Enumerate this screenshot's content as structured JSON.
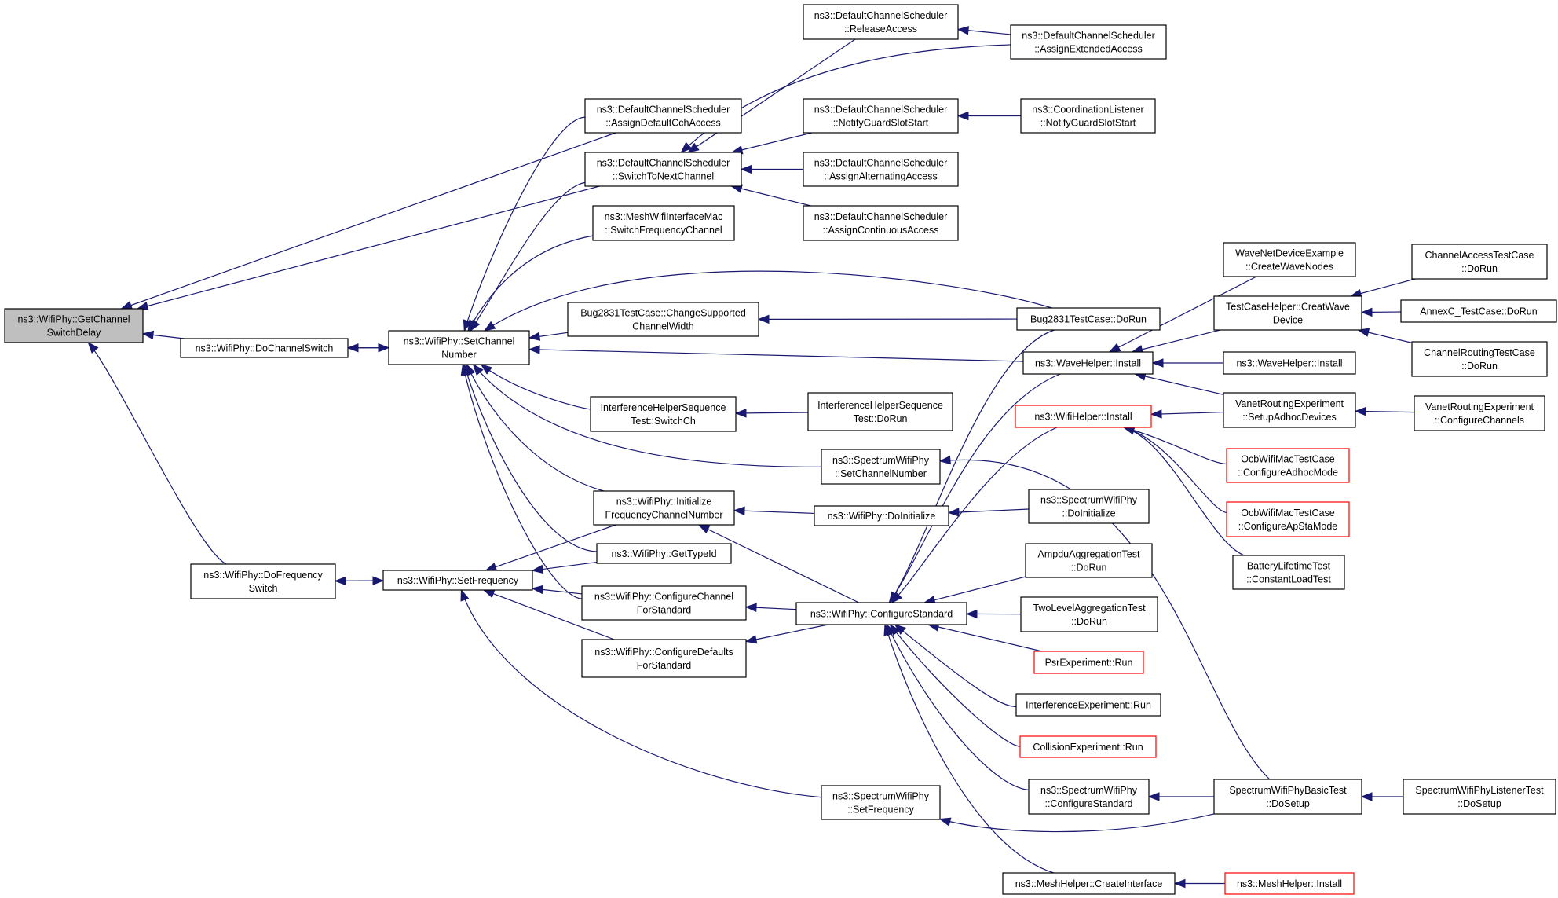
{
  "colors": {
    "edge": "#191970",
    "border": "#000000",
    "border_red": "#ff0000",
    "fill": "#ffffff",
    "fill_focus": "#bfbfbf",
    "text": "#000000"
  },
  "nodes": [
    {
      "id": "n1",
      "lines": [
        "ns3::WifiPhy::GetChannel",
        "SwitchDelay"
      ],
      "focus": true
    },
    {
      "id": "n2",
      "lines": [
        "ns3::WifiPhy::DoChannelSwitch"
      ]
    },
    {
      "id": "n3",
      "lines": [
        "ns3::WifiPhy::DoFrequency",
        "Switch"
      ]
    },
    {
      "id": "n4",
      "lines": [
        "ns3::WifiPhy::SetChannel",
        "Number"
      ]
    },
    {
      "id": "n5",
      "lines": [
        "ns3::WifiPhy::SetFrequency"
      ]
    },
    {
      "id": "n6",
      "lines": [
        "ns3::DefaultChannelScheduler",
        "::AssignDefaultCchAccess"
      ]
    },
    {
      "id": "n7",
      "lines": [
        "ns3::DefaultChannelScheduler",
        "::SwitchToNextChannel"
      ]
    },
    {
      "id": "n8",
      "lines": [
        "ns3::MeshWifiInterfaceMac",
        "::SwitchFrequencyChannel"
      ]
    },
    {
      "id": "n9",
      "lines": [
        "Bug2831TestCase::ChangeSupported",
        "ChannelWidth"
      ]
    },
    {
      "id": "n10",
      "lines": [
        "InterferenceHelperSequence",
        "Test::SwitchCh"
      ]
    },
    {
      "id": "n11",
      "lines": [
        "ns3::WifiPhy::Initialize",
        "FrequencyChannelNumber"
      ]
    },
    {
      "id": "n12",
      "lines": [
        "ns3::WifiPhy::GetTypeId"
      ]
    },
    {
      "id": "n13",
      "lines": [
        "ns3::WifiPhy::ConfigureChannel",
        "ForStandard"
      ]
    },
    {
      "id": "n14",
      "lines": [
        "ns3::WifiPhy::ConfigureDefaults",
        "ForStandard"
      ]
    },
    {
      "id": "n15",
      "lines": [
        "ns3::DefaultChannelScheduler",
        "::ReleaseAccess"
      ]
    },
    {
      "id": "n16",
      "lines": [
        "ns3::DefaultChannelScheduler",
        "::NotifyGuardSlotStart"
      ]
    },
    {
      "id": "n17",
      "lines": [
        "ns3::DefaultChannelScheduler",
        "::AssignAlternatingAccess"
      ]
    },
    {
      "id": "n18",
      "lines": [
        "ns3::DefaultChannelScheduler",
        "::AssignContinuousAccess"
      ]
    },
    {
      "id": "n19",
      "lines": [
        "ns3::SpectrumWifiPhy",
        "::SetChannelNumber"
      ]
    },
    {
      "id": "n20",
      "lines": [
        "InterferenceHelperSequence",
        "Test::DoRun"
      ]
    },
    {
      "id": "n21",
      "lines": [
        "ns3::WifiPhy::DoInitialize"
      ]
    },
    {
      "id": "n22",
      "lines": [
        "ns3::WifiPhy::ConfigureStandard"
      ]
    },
    {
      "id": "n23",
      "lines": [
        "ns3::SpectrumWifiPhy",
        "::SetFrequency"
      ]
    },
    {
      "id": "n24",
      "lines": [
        "ns3::DefaultChannelScheduler",
        "::AssignExtendedAccess"
      ]
    },
    {
      "id": "n25",
      "lines": [
        "ns3::CoordinationListener",
        "::NotifyGuardSlotStart"
      ]
    },
    {
      "id": "n26",
      "lines": [
        "Bug2831TestCase::DoRun"
      ]
    },
    {
      "id": "n27",
      "lines": [
        "ns3::WaveHelper::Install"
      ]
    },
    {
      "id": "n28",
      "lines": [
        "ns3::WifiHelper::Install"
      ],
      "red": true
    },
    {
      "id": "n29",
      "lines": [
        "ns3::SpectrumWifiPhy",
        "::DoInitialize"
      ]
    },
    {
      "id": "n30",
      "lines": [
        "AmpduAggregationTest",
        "::DoRun"
      ]
    },
    {
      "id": "n31",
      "lines": [
        "TwoLevelAggregationTest",
        "::DoRun"
      ]
    },
    {
      "id": "n32",
      "lines": [
        "PsrExperiment::Run"
      ],
      "red": true
    },
    {
      "id": "n33",
      "lines": [
        "InterferenceExperiment::Run"
      ]
    },
    {
      "id": "n34",
      "lines": [
        "CollisionExperiment::Run"
      ],
      "red": true
    },
    {
      "id": "n35",
      "lines": [
        "ns3::SpectrumWifiPhy",
        "::ConfigureStandard"
      ]
    },
    {
      "id": "n36",
      "lines": [
        "ns3::MeshHelper::CreateInterface"
      ]
    },
    {
      "id": "n37",
      "lines": [
        "WaveNetDeviceExample",
        "::CreateWaveNodes"
      ]
    },
    {
      "id": "n38",
      "lines": [
        "TestCaseHelper::CreatWave",
        "Device"
      ]
    },
    {
      "id": "n39",
      "lines": [
        "ns3::WaveHelper::Install"
      ]
    },
    {
      "id": "n40",
      "lines": [
        "VanetRoutingExperiment",
        "::SetupAdhocDevices"
      ]
    },
    {
      "id": "n41",
      "lines": [
        "OcbWifiMacTestCase",
        "::ConfigureAdhocMode"
      ],
      "red": true
    },
    {
      "id": "n42",
      "lines": [
        "OcbWifiMacTestCase",
        "::ConfigureApStaMode"
      ],
      "red": true
    },
    {
      "id": "n43",
      "lines": [
        "BatteryLifetimeTest",
        "::ConstantLoadTest"
      ]
    },
    {
      "id": "n44",
      "lines": [
        "SpectrumWifiPhyBasicTest",
        "::DoSetup"
      ]
    },
    {
      "id": "n45",
      "lines": [
        "ns3::MeshHelper::Install"
      ],
      "red": true
    },
    {
      "id": "n46",
      "lines": [
        "ChannelAccessTestCase",
        "::DoRun"
      ]
    },
    {
      "id": "n47",
      "lines": [
        "AnnexC_TestCase::DoRun"
      ]
    },
    {
      "id": "n48",
      "lines": [
        "ChannelRoutingTestCase",
        "::DoRun"
      ]
    },
    {
      "id": "n49",
      "lines": [
        "VanetRoutingExperiment",
        "::ConfigureChannels"
      ]
    },
    {
      "id": "n50",
      "lines": [
        "SpectrumWifiPhyListenerTest",
        "::DoSetup"
      ]
    }
  ],
  "edges": [
    [
      "n2",
      "n1"
    ],
    [
      "n3",
      "n1"
    ],
    [
      "n6",
      "n1"
    ],
    [
      "n7",
      "n1"
    ],
    [
      "n4",
      "n2"
    ],
    [
      "n2",
      "n4"
    ],
    [
      "n5",
      "n3"
    ],
    [
      "n3",
      "n5"
    ],
    [
      "n6",
      "n4"
    ],
    [
      "n7",
      "n4"
    ],
    [
      "n8",
      "n4"
    ],
    [
      "n9",
      "n4"
    ],
    [
      "n10",
      "n4"
    ],
    [
      "n11",
      "n4"
    ],
    [
      "n12",
      "n4"
    ],
    [
      "n13",
      "n4"
    ],
    [
      "n19",
      "n4"
    ],
    [
      "n26",
      "n4"
    ],
    [
      "n27",
      "n4"
    ],
    [
      "n11",
      "n5"
    ],
    [
      "n12",
      "n5"
    ],
    [
      "n13",
      "n5"
    ],
    [
      "n14",
      "n5"
    ],
    [
      "n23",
      "n5"
    ],
    [
      "n15",
      "n7"
    ],
    [
      "n16",
      "n7"
    ],
    [
      "n17",
      "n7"
    ],
    [
      "n18",
      "n7"
    ],
    [
      "n24",
      "n7"
    ],
    [
      "n24",
      "n15"
    ],
    [
      "n25",
      "n16"
    ],
    [
      "n26",
      "n9"
    ],
    [
      "n20",
      "n10"
    ],
    [
      "n21",
      "n11"
    ],
    [
      "n22",
      "n11"
    ],
    [
      "n29",
      "n21"
    ],
    [
      "n22",
      "n13"
    ],
    [
      "n22",
      "n14"
    ],
    [
      "n44",
      "n19"
    ],
    [
      "n44",
      "n23"
    ],
    [
      "n26",
      "n22"
    ],
    [
      "n27",
      "n22"
    ],
    [
      "n28",
      "n22"
    ],
    [
      "n30",
      "n22"
    ],
    [
      "n31",
      "n22"
    ],
    [
      "n32",
      "n22"
    ],
    [
      "n33",
      "n22"
    ],
    [
      "n34",
      "n22"
    ],
    [
      "n35",
      "n22"
    ],
    [
      "n36",
      "n22"
    ],
    [
      "n44",
      "n35"
    ],
    [
      "n45",
      "n36"
    ],
    [
      "n50",
      "n44"
    ],
    [
      "n37",
      "n27"
    ],
    [
      "n38",
      "n27"
    ],
    [
      "n39",
      "n27"
    ],
    [
      "n40",
      "n27"
    ],
    [
      "n40",
      "n28"
    ],
    [
      "n41",
      "n28"
    ],
    [
      "n42",
      "n28"
    ],
    [
      "n43",
      "n28"
    ],
    [
      "n46",
      "n38"
    ],
    [
      "n47",
      "n38"
    ],
    [
      "n48",
      "n38"
    ],
    [
      "n49",
      "n40"
    ]
  ]
}
